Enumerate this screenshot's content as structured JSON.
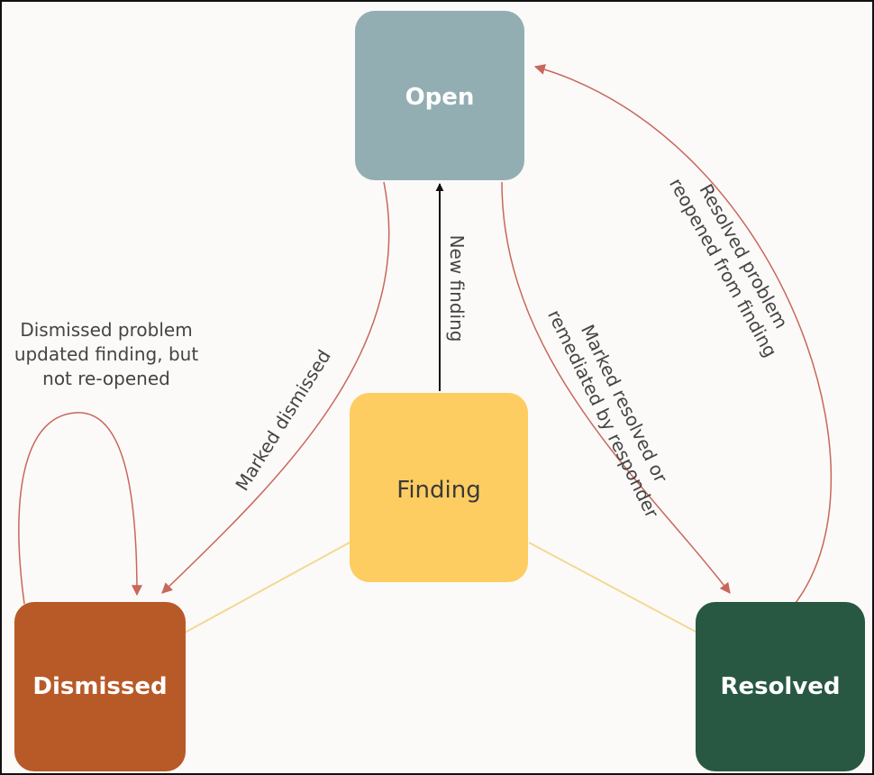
{
  "nodes": {
    "open": {
      "label": "Open",
      "fill": "#93aeb2",
      "text_color": "#ffffff"
    },
    "finding": {
      "label": "Finding",
      "fill": "#fdcd61",
      "text_color": "#3a3a3a"
    },
    "dismissed": {
      "label": "Dismissed",
      "fill": "#b85a27",
      "text_color": "#ffffff"
    },
    "resolved": {
      "label": "Resolved",
      "fill": "#285842",
      "text_color": "#ffffff"
    }
  },
  "edges": {
    "new_finding": {
      "label": "New finding",
      "color": "#111111"
    },
    "marked_dismissed": {
      "label": "Marked dismissed",
      "color": "#c8675b"
    },
    "marked_resolved": {
      "lines": [
        "Marked resolved or",
        "remediated by responder"
      ],
      "color": "#c8675b"
    },
    "reopened": {
      "lines": [
        "Resolved problem",
        "reopened from finding"
      ],
      "color": "#c8675b"
    },
    "dismissed_self": {
      "lines": [
        "Dismissed problem",
        "updated finding, but",
        "not re-opened"
      ],
      "color": "#c8675b"
    },
    "connector": {
      "color": "#f4d894"
    }
  },
  "text_color": "#444444"
}
